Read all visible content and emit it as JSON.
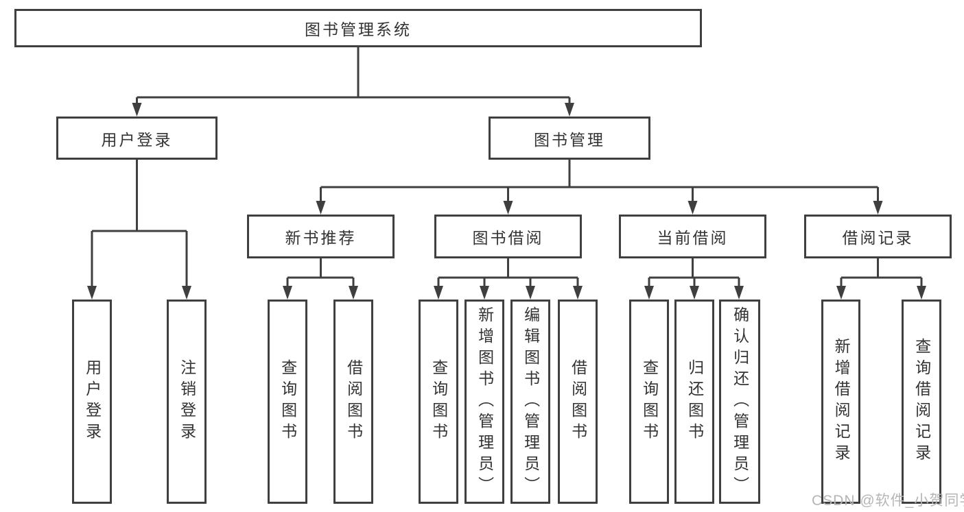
{
  "title": "图书管理系统",
  "colors": {
    "line": "#3f3f3f",
    "text": "#333333",
    "background": "#ffffff",
    "watermark": "#b5b5b5"
  },
  "diagram": {
    "type": "hierarchy-tree",
    "root": {
      "label": "图书管理系统"
    },
    "level2": [
      {
        "label": "用户登录"
      },
      {
        "label": "图书管理"
      }
    ],
    "level3": [
      {
        "label": "新书推荐",
        "parent": "图书管理"
      },
      {
        "label": "图书借阅",
        "parent": "图书管理"
      },
      {
        "label": "当前借阅",
        "parent": "图书管理"
      },
      {
        "label": "借阅记录",
        "parent": "图书管理"
      }
    ],
    "leaves": [
      {
        "label": "用户登录",
        "parent": "用户登录"
      },
      {
        "label": "注销登录",
        "parent": "用户登录"
      },
      {
        "label": "查询图书",
        "parent": "新书推荐"
      },
      {
        "label": "借阅图书",
        "parent": "新书推荐"
      },
      {
        "label": "查询图书",
        "parent": "图书借阅"
      },
      {
        "label": "新增图书（管理员）",
        "parent": "图书借阅"
      },
      {
        "label": "编辑图书（管理员）",
        "parent": "图书借阅"
      },
      {
        "label": "借阅图书",
        "parent": "图书借阅"
      },
      {
        "label": "查询图书",
        "parent": "当前借阅"
      },
      {
        "label": "归还图书",
        "parent": "当前借阅"
      },
      {
        "label": "确认归还（管理员）",
        "parent": "当前借阅"
      },
      {
        "label": "新增借阅记录",
        "parent": "借阅记录"
      },
      {
        "label": "查询借阅记录",
        "parent": "借阅记录"
      }
    ]
  },
  "watermark": "CSDN @软件_小贺同学"
}
